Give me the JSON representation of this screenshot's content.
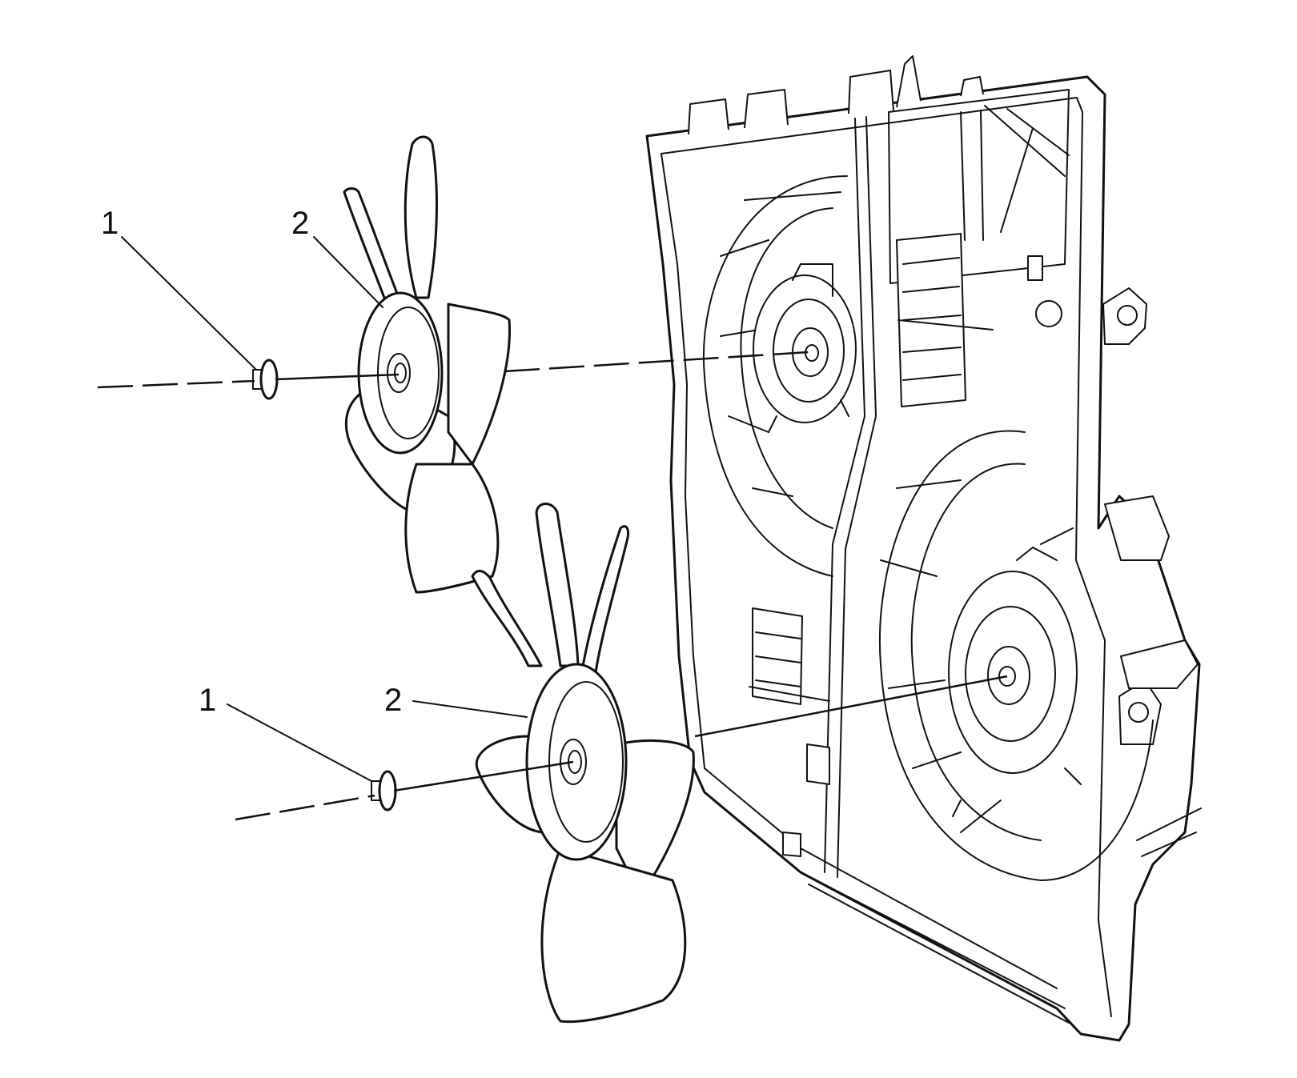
{
  "callouts": [
    {
      "id": "fastener_upper",
      "text": "1"
    },
    {
      "id": "fan_blade_upper",
      "text": "2"
    },
    {
      "id": "fastener_lower",
      "text": "1"
    },
    {
      "id": "fan_blade_lower",
      "text": "2"
    }
  ]
}
